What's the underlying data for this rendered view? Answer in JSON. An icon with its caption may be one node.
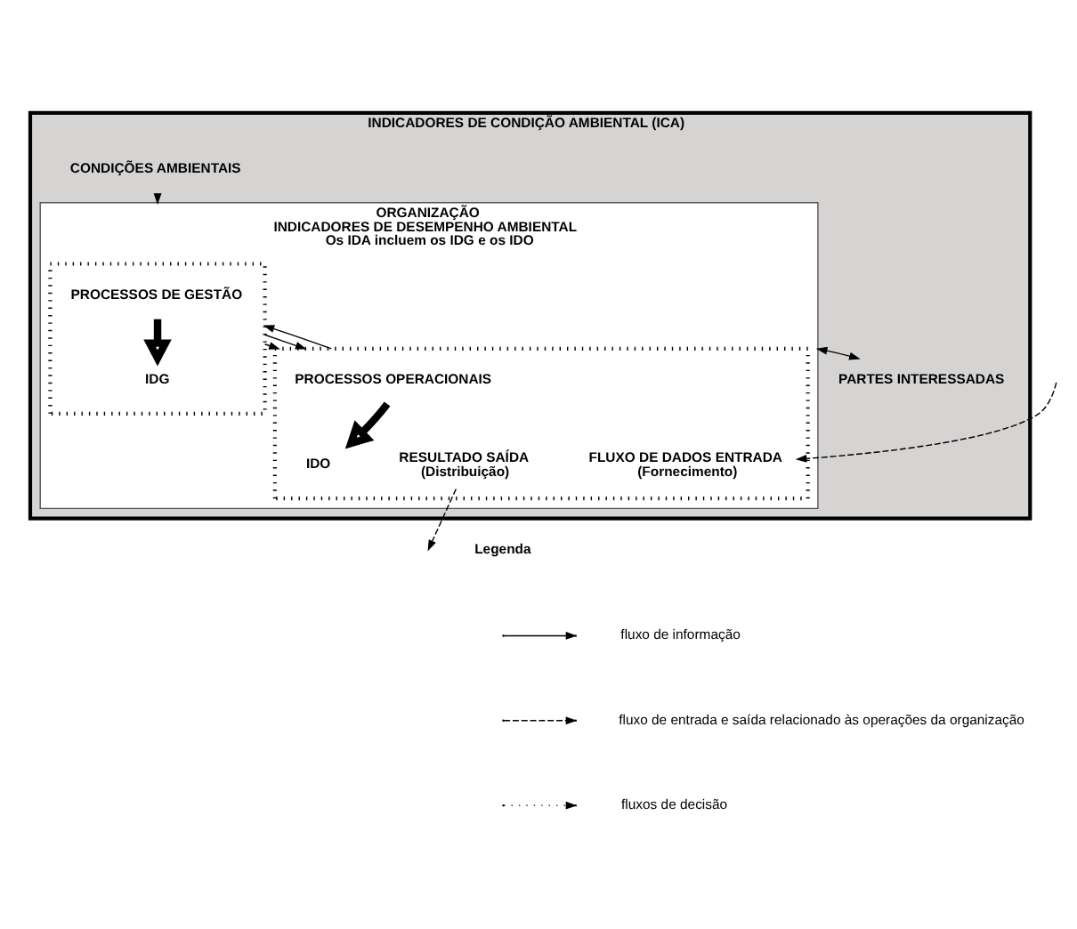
{
  "diagram": {
    "nodes": [
      {
        "text": [
          "INDICADORES DE CONDIÇÃO AMBIENTAL (ICA)"
        ]
      },
      {
        "text": [
          "CONDIÇÕES AMBIENTAIS"
        ],
        "in": 0
      },
      {
        "text": [
          "ORGANIZAÇÃO",
          "INDICADORES DE DESEMPENHO AMBIENTAL",
          "Os IDA incluem os IDG e os IDO"
        ],
        "in": 0
      },
      {
        "text": [
          "PARTES INTERESSADAS"
        ],
        "in": 0
      },
      {
        "text": [],
        "shape": "box",
        "in": 2
      },
      {
        "text": [
          "PROCESSOS DE GESTÃO"
        ],
        "in": 4
      },
      {
        "text": [
          "IDG"
        ],
        "in": 4
      },
      {
        "text": [],
        "shape": "box",
        "in": 2
      },
      {
        "text": [
          "PROCESSOS OPERACIONAIS"
        ],
        "in": 7
      },
      {
        "text": [
          "FLUXO DE DADOS ENTRADA",
          "(Fornecimento)"
        ],
        "in": 7
      },
      {
        "text": [
          "IDO"
        ],
        "in": 7
      },
      {
        "text": [
          "RESULTADO SAÍDA",
          "(Distribuição)"
        ],
        "in": 7
      }
    ],
    "edges": [
      {
        "from": 1,
        "to": 2,
        "arrow": "to"
      },
      {
        "from": 2,
        "to": 3,
        "arrow": "both"
      },
      {
        "from": 5,
        "to": 6,
        "arrow": "to",
        "style": "thick"
      },
      {
        "from": 4,
        "to": 7,
        "arrow": "to"
      },
      {
        "from": 4,
        "to": 7,
        "arrow": "to"
      },
      {
        "from": 7,
        "to": 4,
        "arrow": "to"
      },
      {
        "from": 8,
        "to": 10,
        "arrow": "to",
        "style": "thick"
      },
      {
        "from": null,
        "to": 9,
        "arrow": "to",
        "style": "dashed"
      },
      {
        "from": 11,
        "to": null,
        "arrow": "to",
        "style": "dashed"
      }
    ],
    "labels": [
      "Legenda"
    ],
    "legend": [
      {
        "text": "fluxo de informação"
      },
      {
        "text": "fluxo de entrada e saída relacionado às operações da organização"
      },
      {
        "text": "fluxos de decisão"
      }
    ]
  }
}
